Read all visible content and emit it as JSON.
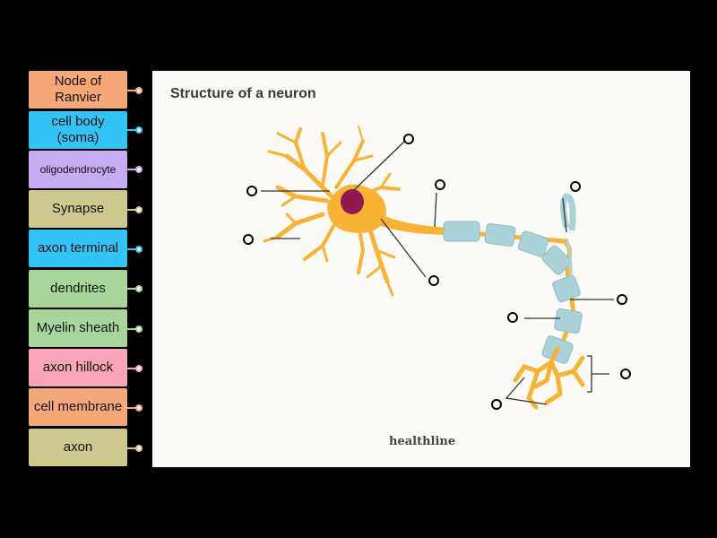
{
  "labels": [
    {
      "text": "Node of Ranvier",
      "color": "#f5a877",
      "dot": "#f5a877"
    },
    {
      "text": "cell body (soma)",
      "color": "#33c3f5",
      "dot": "#33c3f5"
    },
    {
      "text": "oligodendrocyte",
      "color": "#c6aaf2",
      "dot": "#c6aaf2"
    },
    {
      "text": "Synapse",
      "color": "#cdc98e",
      "dot": "#cdc98e"
    },
    {
      "text": "axon terminal",
      "color": "#33c3f5",
      "dot": "#33c3f5"
    },
    {
      "text": "dendrites",
      "color": "#a8d69a",
      "dot": "#a8d69a"
    },
    {
      "text": "Myelin sheath",
      "color": "#a8d69a",
      "dot": "#a8d69a"
    },
    {
      "text": "axon hillock",
      "color": "#f7a5b7",
      "dot": "#f7a5b7"
    },
    {
      "text": "cell membrane",
      "color": "#f5a877",
      "dot": "#f5a877"
    },
    {
      "text": "axon",
      "color": "#cdc98e",
      "dot": "#cdc98e"
    }
  ],
  "diagram": {
    "title": "Structure of a neuron",
    "brand": "healthline",
    "colors": {
      "neuron": "#f9b233",
      "nucleus": "#8e1a4f",
      "myelin": "#a9d3d9",
      "pointer": "#333333"
    }
  }
}
